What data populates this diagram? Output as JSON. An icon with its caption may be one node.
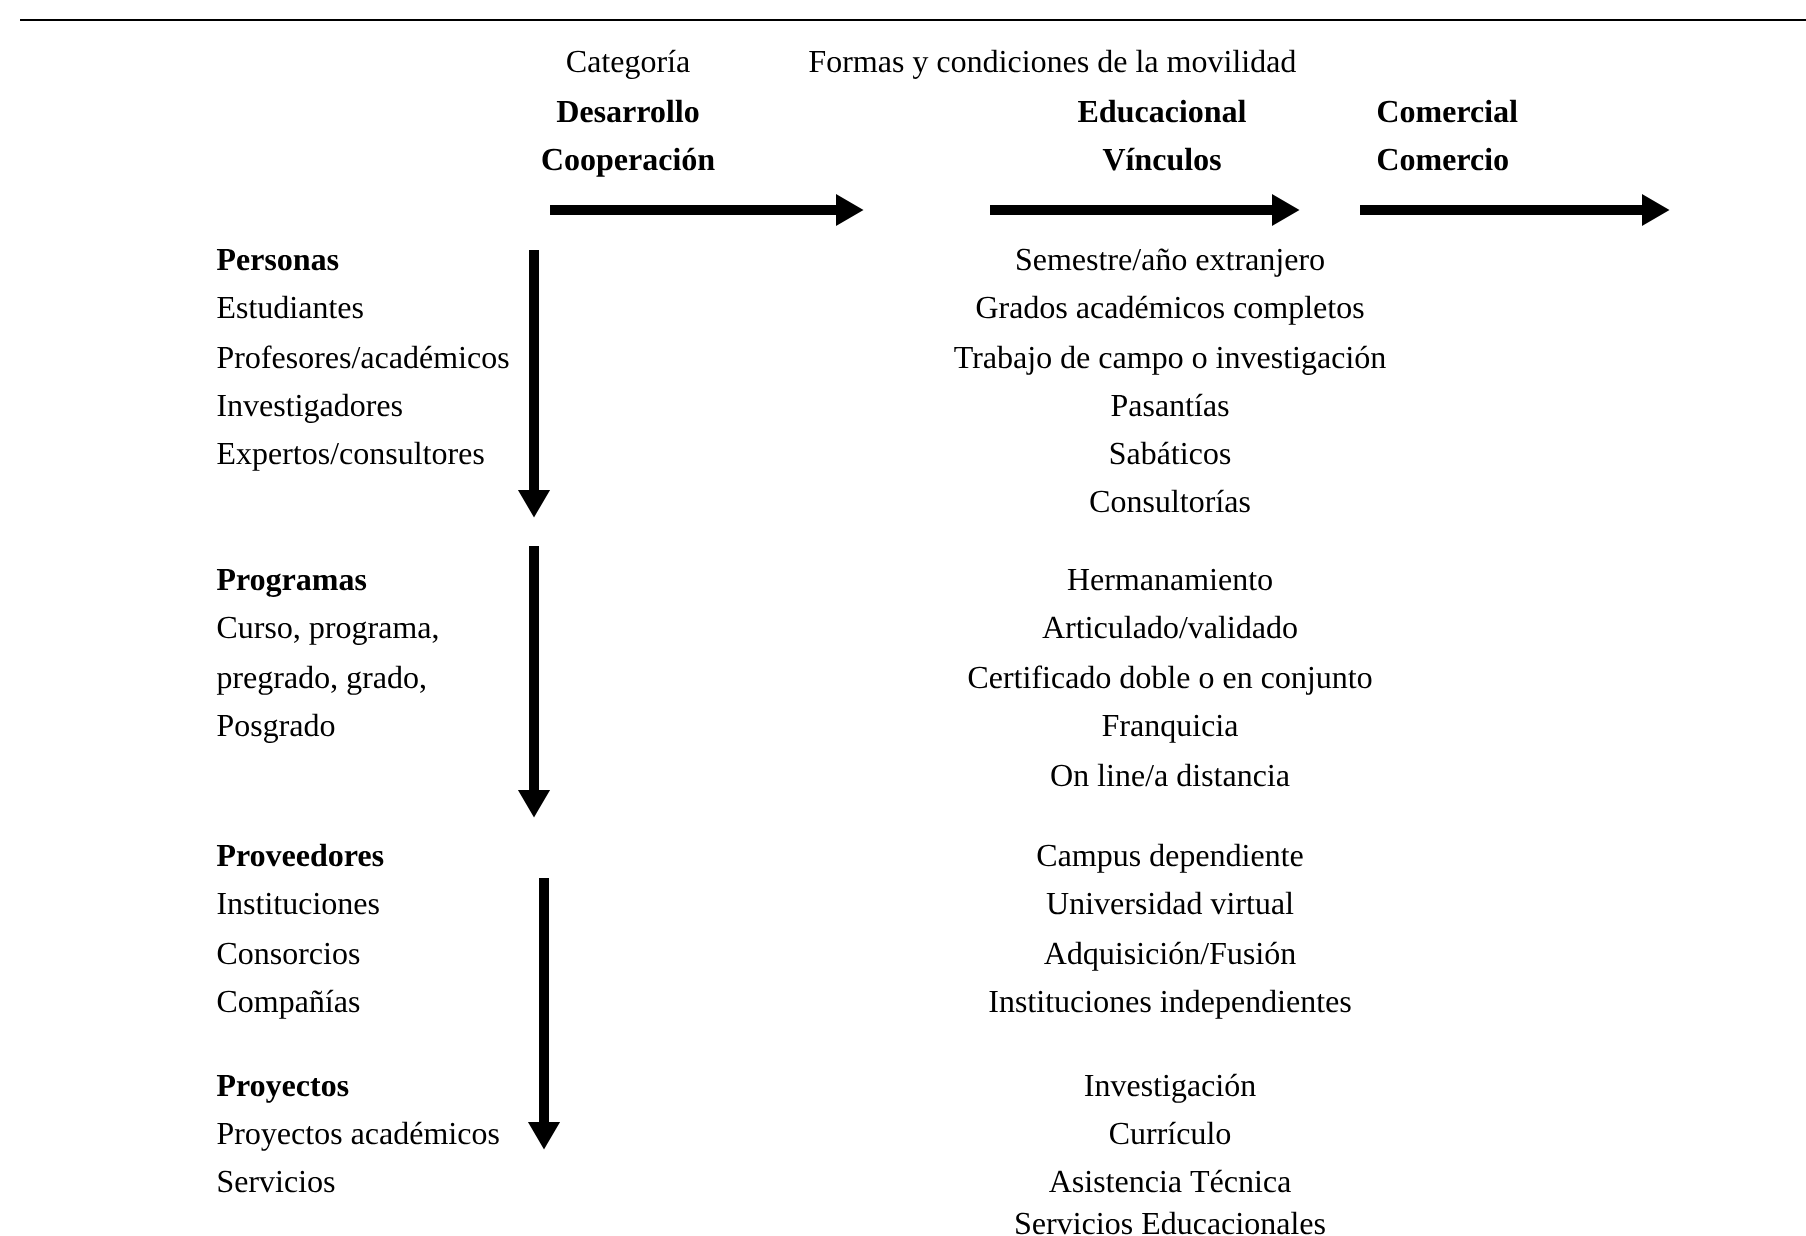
{
  "diagram": {
    "labels": [
      "Categoría",
      "Formas y condiciones de la movilidad",
      "Desarrollo",
      "Educacional",
      "Comercial",
      "Cooperación",
      "Vínculos",
      "Comercio",
      "Personas",
      "Semestre/año extranjero",
      "Estudiantes",
      "Grados académicos completos",
      "Profesores/académicos",
      "Trabajo de campo o investigación",
      "Investigadores",
      "Pasantías",
      "Expertos/consultores",
      "Sabáticos",
      "Consultorías",
      "Programas",
      "Hermanamiento",
      "Curso, programa,",
      "Articulado/validado",
      "pregrado, grado,",
      "Certificado doble o en conjunto",
      "Posgrado",
      "Franquicia",
      "On line/a distancia",
      "Proveedores",
      "Campus dependiente",
      "Instituciones",
      "Universidad virtual",
      "Consorcios",
      "Adquisición/Fusión",
      "Compañías",
      "Instituciones independientes",
      "Proyectos",
      "Investigación",
      "Proyectos académicos",
      "Currículo",
      "Servicios",
      "Asistencia Técnica",
      "Servicios Educacionales"
    ]
  }
}
